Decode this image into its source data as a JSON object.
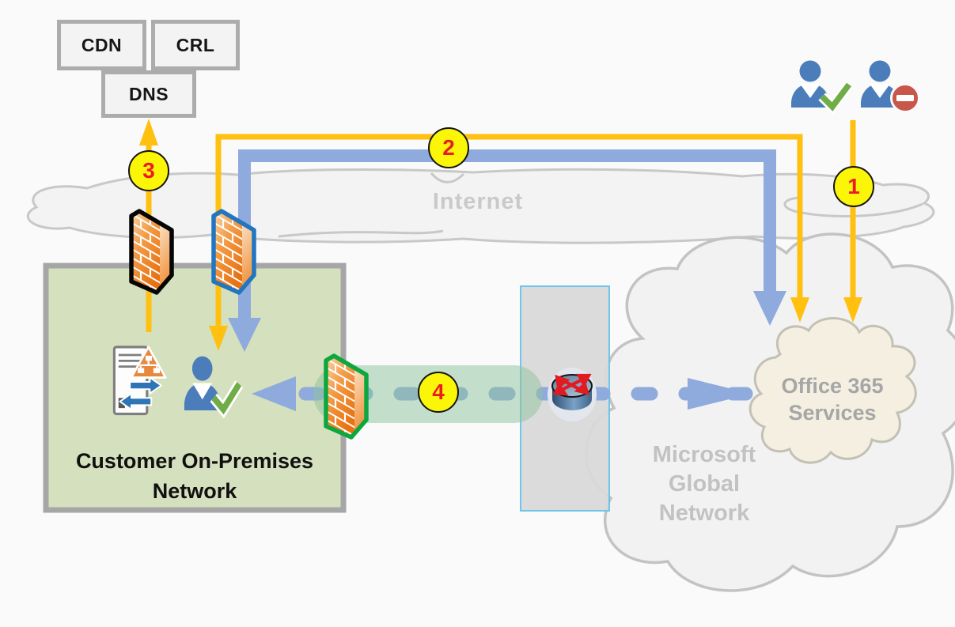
{
  "labels": {
    "cdn": "CDN",
    "crl": "CRL",
    "dns": "DNS",
    "internet": "Internet",
    "customer_line1": "Customer On-Premises",
    "customer_line2": "Network",
    "msn_line1": "Microsoft",
    "msn_line2": "Global",
    "msn_line3": "Network",
    "o365_line1": "Office 365",
    "o365_line2": "Services"
  },
  "steps": [
    {
      "label": "1"
    },
    {
      "label": "2"
    },
    {
      "label": "3"
    },
    {
      "label": "4"
    }
  ],
  "icons": [
    "user-allowed-icon",
    "user-blocked-icon",
    "onprem-user-icon",
    "dns-proxy-server-icon",
    "firewall-black-icon",
    "firewall-blue-icon",
    "firewall-green-icon",
    "router-icon"
  ],
  "colors": {
    "background": "#FAFAFA",
    "accent_orange": "#FFC010",
    "arrow_blue": "#8FAADC",
    "dashed_blue": "#8FAADC",
    "capsule_green": "#8FC4A0",
    "customer_box_fill": "#D5E0BE",
    "customer_box_border": "#A6A6A6",
    "cloud_fill": "#F2F2F2",
    "cloud_stroke": "#C6C6C6",
    "o365_cloud_fill": "#F4EFE1",
    "edge_band_fill": "#D9D9D9",
    "edge_band_border": "#62C2E8",
    "step_badge_fill": "#FBF607",
    "step_badge_text": "#EC1C24",
    "firewall_orange": "#E87614",
    "firewall_border_black": "#050505",
    "firewall_border_blue": "#2176C0",
    "firewall_border_green": "#0CA83F",
    "user_blue": "#4B7DBA",
    "check_green": "#70AD47",
    "blocked_red": "#C9564A"
  }
}
